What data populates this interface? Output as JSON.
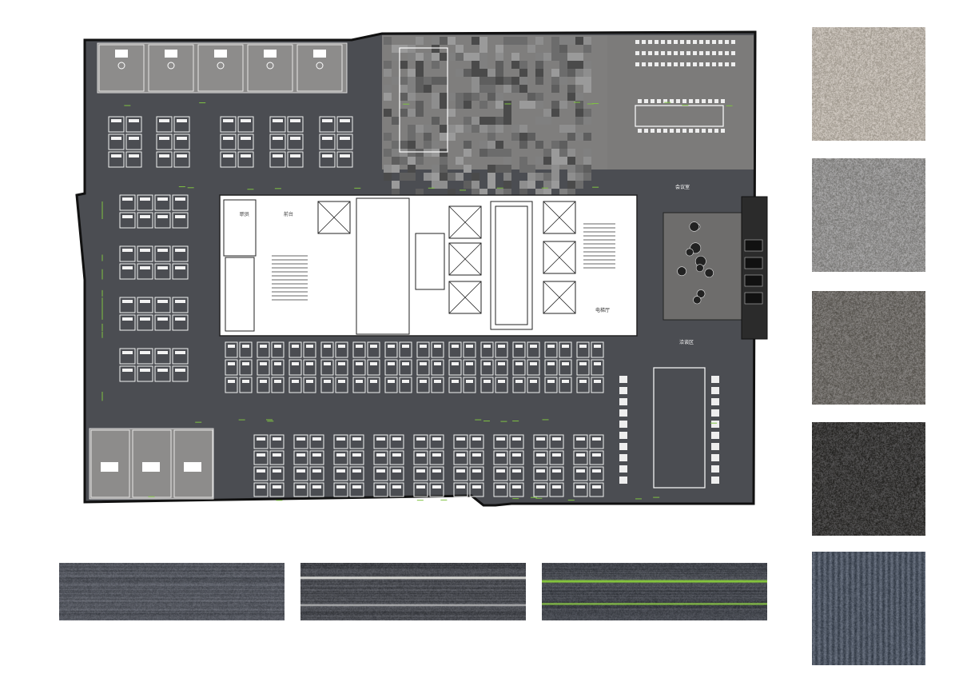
{
  "plan": {
    "floor_dark": "#4b4d52",
    "room_grey": "#8d8c8b",
    "core_fill": "#ffffff",
    "wall": "#111111",
    "accent_line": "#7fc242",
    "labels": [
      "职员",
      "会议室",
      "洽谈区",
      "前台",
      "电梯厅"
    ]
  },
  "carpet_tiles": [
    {
      "color": "#b9b2a9",
      "pattern": "speckle"
    },
    {
      "color": "#929190",
      "pattern": "speckle"
    },
    {
      "color": "#6f6c68",
      "pattern": "speckle"
    },
    {
      "color": "#3d3c3b",
      "pattern": "speckle"
    },
    {
      "color": "#505865",
      "pattern": "vertical"
    }
  ],
  "carpet_strips": [
    {
      "color": "#53565e",
      "pattern": "stripe"
    },
    {
      "color": "#4a4c52",
      "pattern": "stripe-white"
    },
    {
      "color": "#45484f",
      "pattern": "stripe-green"
    }
  ]
}
